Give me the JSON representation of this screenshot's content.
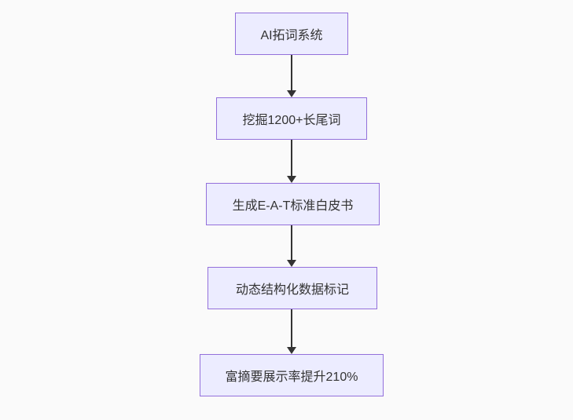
{
  "flowchart": {
    "type": "flowchart-top-down",
    "nodes": [
      {
        "id": "n1",
        "label": "AI拓词系统"
      },
      {
        "id": "n2",
        "label": "挖掘1200+长尾词"
      },
      {
        "id": "n3",
        "label": "生成E-A-T标准白皮书"
      },
      {
        "id": "n4",
        "label": "动态结构化数据标记"
      },
      {
        "id": "n5",
        "label": "富摘要展示率提升210%"
      }
    ],
    "edges": [
      {
        "from": "n1",
        "to": "n2"
      },
      {
        "from": "n2",
        "to": "n3"
      },
      {
        "from": "n3",
        "to": "n4"
      },
      {
        "from": "n4",
        "to": "n5"
      }
    ],
    "colors": {
      "node_fill": "#ECECFF",
      "node_border": "#9370DB",
      "arrow": "#333333",
      "text": "#333333",
      "background": "#fafafa"
    }
  }
}
